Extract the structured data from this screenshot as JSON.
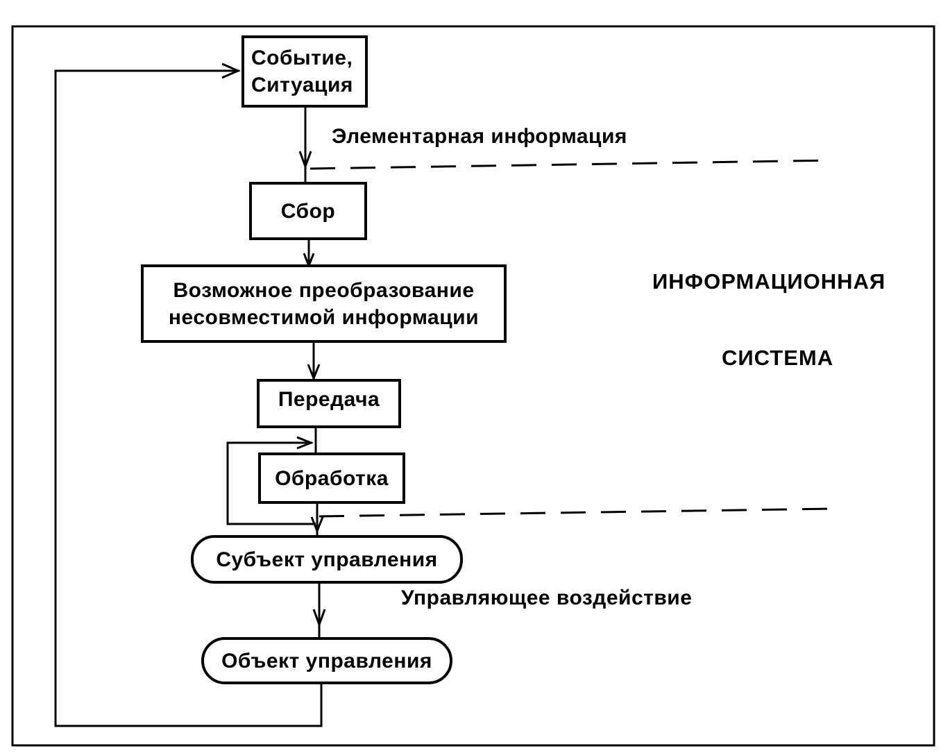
{
  "nodes": {
    "event": "Событие,\nСитуация",
    "collect": "Сбор",
    "transform": "Возможное преобразование\nнесовместимой информации",
    "transfer": "Передача",
    "processing": "Обработка",
    "subject": "Субъект управления",
    "object": "Объект управления"
  },
  "labels": {
    "elementary_info": "Элементарная информация",
    "control_action": "Управляющее воздействие",
    "system_line1": "ИНФОРМАЦИОННАЯ",
    "system_line2": "СИСТЕМА"
  }
}
